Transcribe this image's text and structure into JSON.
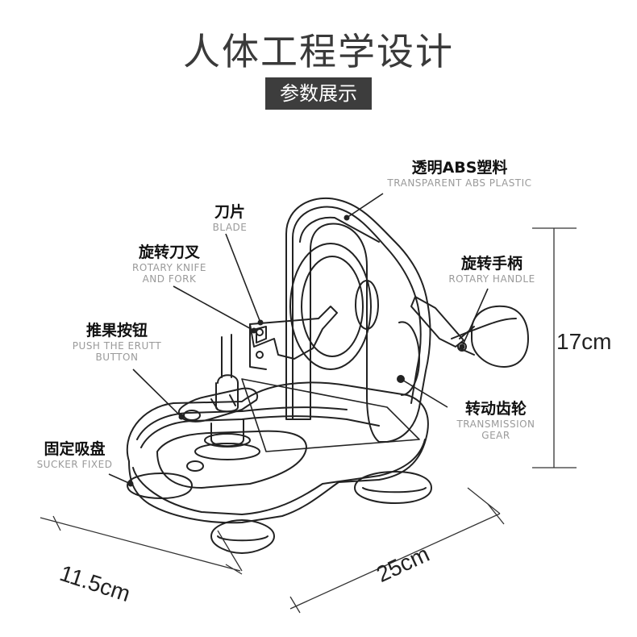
{
  "header": {
    "title": "人体工程学设计",
    "badge": "参数展示"
  },
  "callouts": {
    "abs_plastic": {
      "cn": "透明ABS塑料",
      "en": "TRANSPARENT ABS PLASTIC"
    },
    "blade": {
      "cn": "刀片",
      "en": "BLADE"
    },
    "rotary_knife": {
      "cn": "旋转刀叉",
      "en_line1": "ROTARY KNIFE",
      "en_line2": "AND FORK"
    },
    "rotary_handle": {
      "cn": "旋转手柄",
      "en": "ROTARY HANDLE"
    },
    "push_button": {
      "cn": "推果按钮",
      "en_line1": "PUSH THE ERUTT",
      "en_line2": "BUTTON"
    },
    "transmission_gear": {
      "cn": "转动齿轮",
      "en_line1": "TRANSMISSION",
      "en_line2": "GEAR"
    },
    "sucker_fixed": {
      "cn": "固定吸盘",
      "en": "SUCKER FIXED"
    }
  },
  "dimensions": {
    "height": "17cm",
    "depth": "11.5cm",
    "width": "25cm"
  }
}
